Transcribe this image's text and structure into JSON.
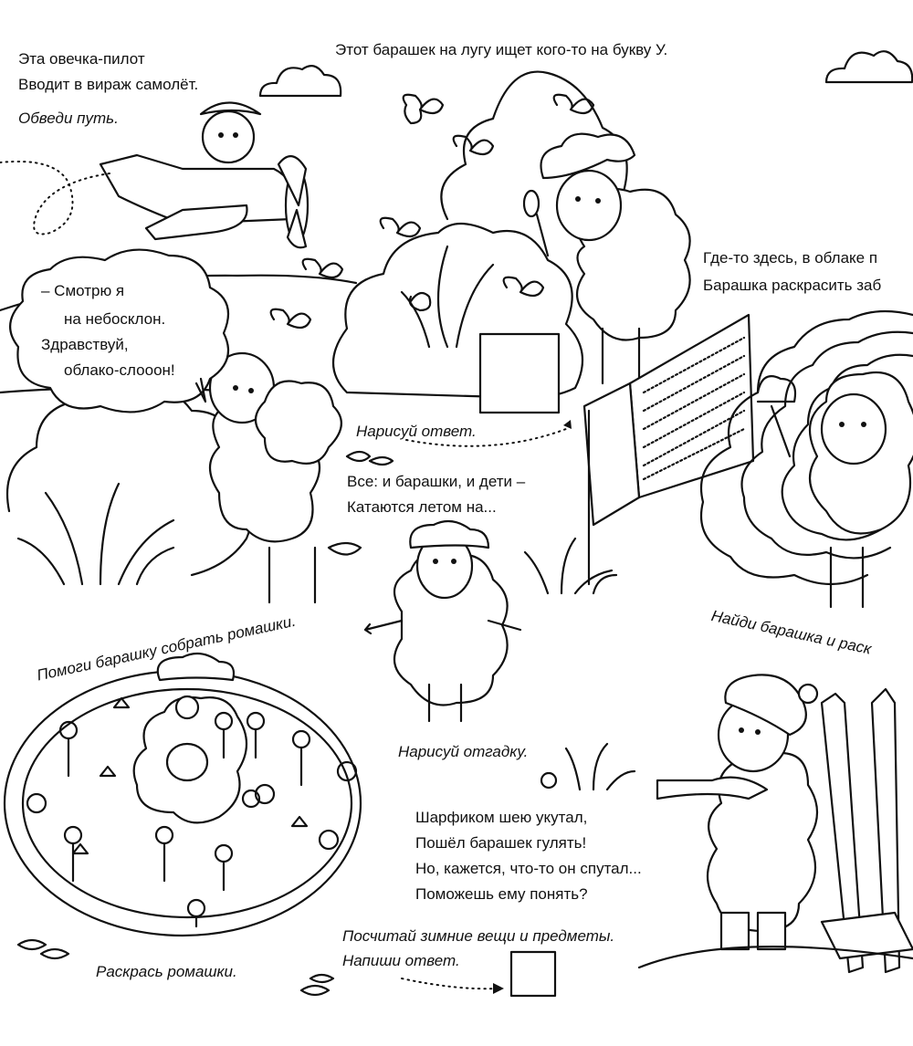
{
  "plane_section": {
    "poem_line1": "Эта овечка-пилот",
    "poem_line2": "Вводит в вираж самолёт.",
    "task": "Обведи путь."
  },
  "meadow_section": {
    "riddle": "Этот барашек на лугу ищет кого-то на букву У.",
    "task": "Нарисуй ответ."
  },
  "cloud_section": {
    "line1": "Где-то здесь, в облаке п",
    "line2": "Барашка раскрасить заб",
    "task": "Найди барашка и раск"
  },
  "speech_bubble": {
    "line1": "– Смотрю я",
    "line2": "на  небосклон.",
    "line3": "Здравствуй,",
    "line4": "облако-слооон!"
  },
  "swing_riddle": {
    "line1": "Все: и барашки, и дети –",
    "line2": "Катаются летом на...",
    "task": "Нарисуй отгадку."
  },
  "flowers_section": {
    "task_top": "Помоги барашку собрать ромашки.",
    "task_bottom": "Раскрась ромашки."
  },
  "winter_section": {
    "poem_line1": "Шарфиком шею укутал,",
    "poem_line2": "Пошёл барашек гулять!",
    "poem_line3": "Но, кажется, что-то он спутал...",
    "poem_line4": "Поможешь ему понять?",
    "task_line1": "Посчитай зимние вещи и предметы.",
    "task_line2": "Напиши ответ."
  }
}
